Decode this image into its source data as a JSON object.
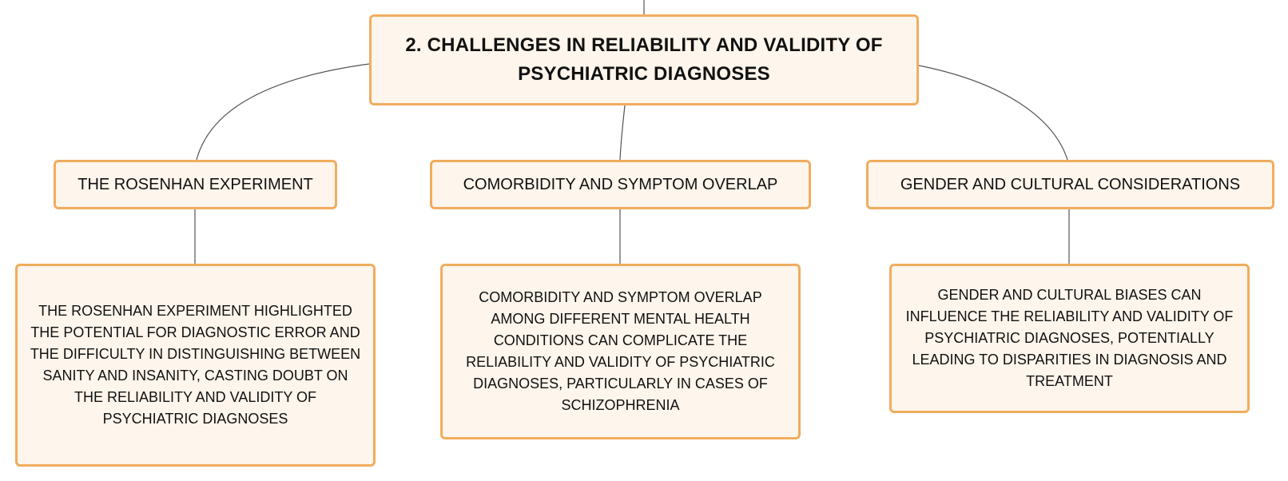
{
  "map": {
    "root": {
      "title": "2. CHALLENGES IN RELIABILITY AND VALIDITY OF PSYCHIATRIC DIAGNOSES"
    },
    "branches": [
      {
        "label": "THE ROSENHAN EXPERIMENT",
        "detail": "THE ROSENHAN EXPERIMENT HIGHLIGHTED THE POTENTIAL FOR DIAGNOSTIC ERROR AND THE DIFFICULTY IN DISTINGUISHING BETWEEN SANITY AND INSANITY, CASTING DOUBT ON THE RELIABILITY AND VALIDITY OF PSYCHIATRIC DIAGNOSES"
      },
      {
        "label": "COMORBIDITY AND SYMPTOM OVERLAP",
        "detail": "COMORBIDITY AND SYMPTOM OVERLAP AMONG DIFFERENT MENTAL HEALTH CONDITIONS CAN COMPLICATE THE RELIABILITY AND VALIDITY OF PSYCHIATRIC DIAGNOSES, PARTICULARLY IN CASES OF SCHIZOPHRENIA"
      },
      {
        "label": "GENDER AND CULTURAL CONSIDERATIONS",
        "detail": "GENDER AND CULTURAL BIASES CAN INFLUENCE THE RELIABILITY AND VALIDITY OF PSYCHIATRIC DIAGNOSES, POTENTIALLY LEADING TO DISPARITIES IN DIAGNOSIS AND TREATMENT"
      }
    ]
  },
  "colors": {
    "node_fill": "#fef5ec",
    "node_border": "#f0ad5e",
    "connector": "#555555",
    "text": "#111111"
  }
}
